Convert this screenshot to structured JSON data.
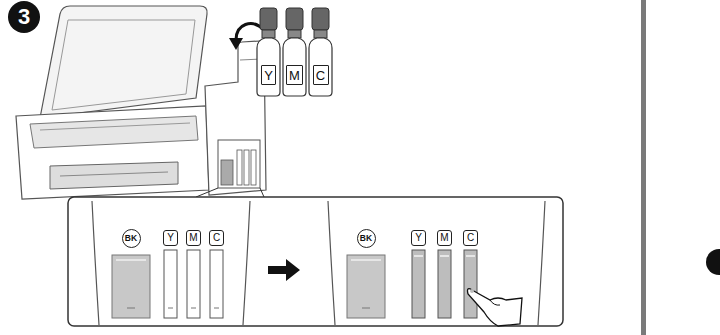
{
  "diagram": {
    "nodes": [
      {
        "text": [
          "3"
        ]
      },
      {
        "text": [
          "Y"
        ]
      },
      {
        "text": [
          "M"
        ]
      },
      {
        "text": [
          "C"
        ]
      },
      {
        "text": [
          "BK"
        ]
      },
      {
        "text": [
          "Y"
        ]
      },
      {
        "text": [
          "M"
        ]
      },
      {
        "text": [
          "C"
        ]
      },
      {
        "text": [
          "BK"
        ]
      },
      {
        "text": [
          "Y"
        ]
      },
      {
        "text": [
          "M"
        ]
      },
      {
        "text": [
          "C"
        ]
      }
    ]
  }
}
